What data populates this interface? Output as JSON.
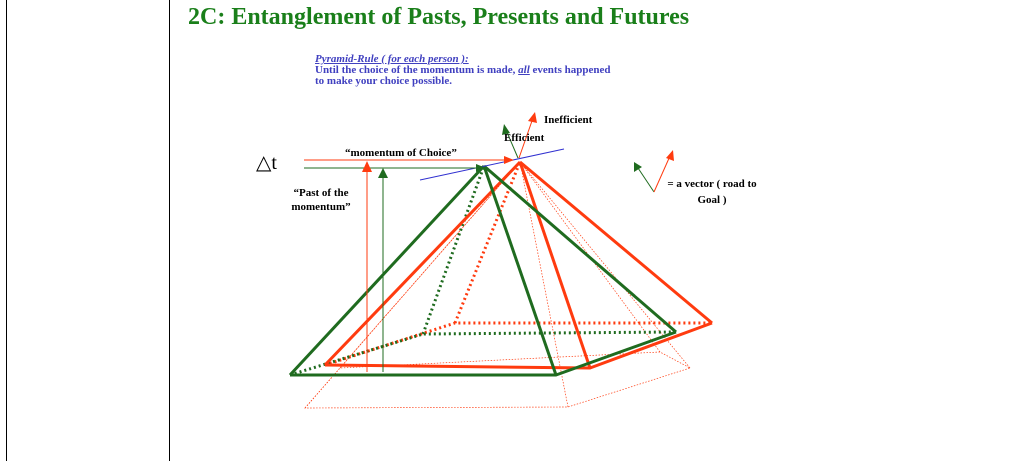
{
  "title": "2C: Entanglement of Pasts, Presents and Futures",
  "rule": {
    "heading": "Pyramid-Rule ( for each person ):",
    "line1_before": "Until the choice of the momentum is made, ",
    "line1_em": "all",
    "line1_after": " events happened",
    "line2": "to make your choice possible."
  },
  "labels": {
    "efficient": "Efficient",
    "inefficient": "Inefficient",
    "momentum": "“momentum of Choice”",
    "delta": "△t",
    "past": "“Past of the momentum”",
    "vector": "= a vector ( road to Goal )"
  },
  "colors": {
    "title": "#1a7f1a",
    "rule_text": "#4040c0",
    "green": "#1f6b1f",
    "red": "#ff3b0f",
    "blue_line": "#3030d0"
  }
}
